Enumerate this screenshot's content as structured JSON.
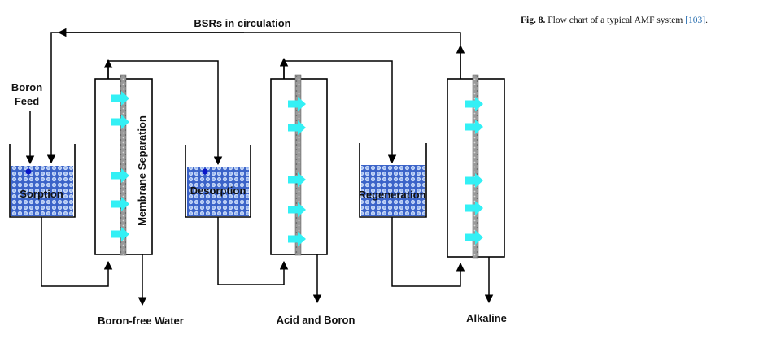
{
  "diagram": {
    "labels": {
      "circulation": "BSRs in circulation",
      "boron_feed_line1": "Boron",
      "boron_feed_line2": "Feed",
      "sorption": "Sorption",
      "membrane_separation": "Membrane Separation",
      "desorption": "Desorption",
      "regeneration": "Regeneration",
      "boron_free_water": "Boron-free Water",
      "acid_and_boron": "Acid and Boron",
      "alkaline": "Alkaline"
    },
    "colors": {
      "resin_fill": "#3b63c8",
      "arrow_cyan": "#33f0f5",
      "dot_blue": "#0a17c8",
      "membrane_gray": "#9a9a9a",
      "line": "#000000"
    }
  },
  "caption": {
    "fig_label": "Fig. 8.",
    "text": " Flow chart of a typical AMF system ",
    "ref": "[103]",
    "end": "."
  }
}
